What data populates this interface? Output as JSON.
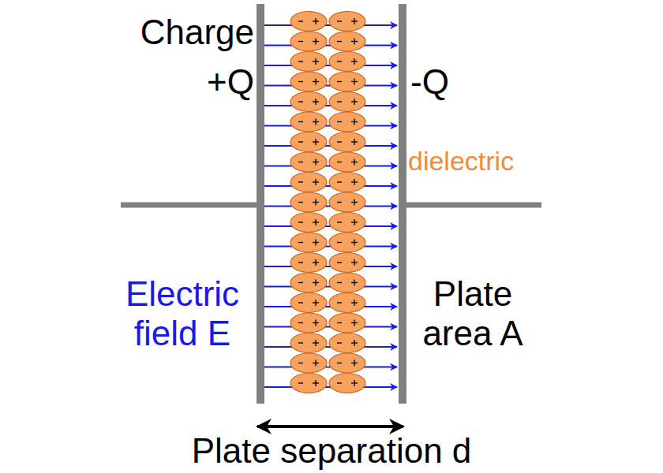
{
  "diagram": {
    "labels": [
      "Charge",
      "+Q",
      "-Q",
      "dielectric",
      "Electric field E",
      "Plate area A",
      "Plate separation d"
    ]
  }
}
